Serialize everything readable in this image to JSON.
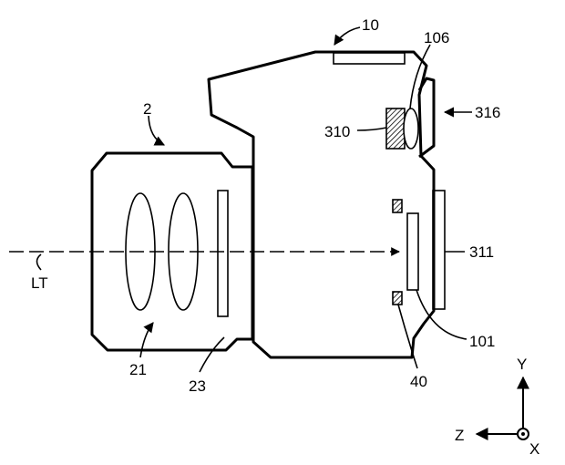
{
  "labels": {
    "camera_body": "10",
    "lens_unit": "2",
    "optical_axis": "LT",
    "lens_group": "21",
    "lens_element": "23",
    "holder": "40",
    "sensor": "101",
    "finder_lens": "106",
    "finder_prism": "310",
    "display": "311",
    "eyepiece": "316",
    "axis_y": "Y",
    "axis_z": "Z",
    "axis_x": "X"
  }
}
